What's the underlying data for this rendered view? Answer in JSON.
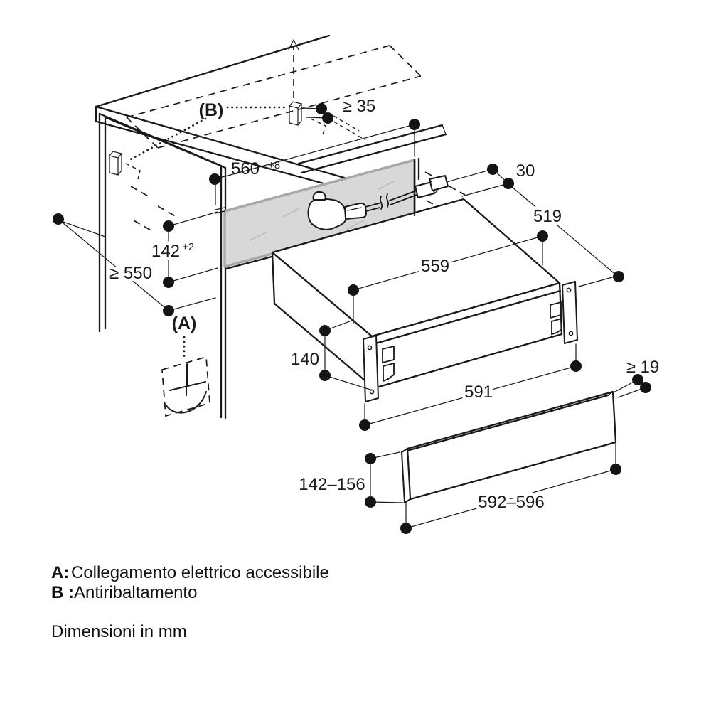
{
  "diagram": {
    "callouts": {
      "a": "(A)",
      "b": "(B)"
    },
    "dimensions": {
      "top_clearance": "≥ 35",
      "niche_width": "560",
      "niche_width_tol": "+8",
      "front_offset": "30",
      "appliance_depth": "519",
      "appliance_top_width": "559",
      "niche_height": "142",
      "niche_height_tol": "+2",
      "min_depth": "≥ 550",
      "front_height": "140",
      "front_width": "591",
      "panel_min_thickness": "≥ 19",
      "panel_height_range": "142–156",
      "panel_width_range": "592–596"
    },
    "legend": {
      "a_key": "A:",
      "a_text": "Collegamento elettrico accessibile",
      "b_key": "B :",
      "b_text": "Antiribaltamento",
      "units_note": "Dimensioni in mm"
    },
    "colors": {
      "line": "#1a1a1a",
      "panel_fill": "#d8d8d8",
      "panel_edge": "#a8a8a8"
    }
  }
}
